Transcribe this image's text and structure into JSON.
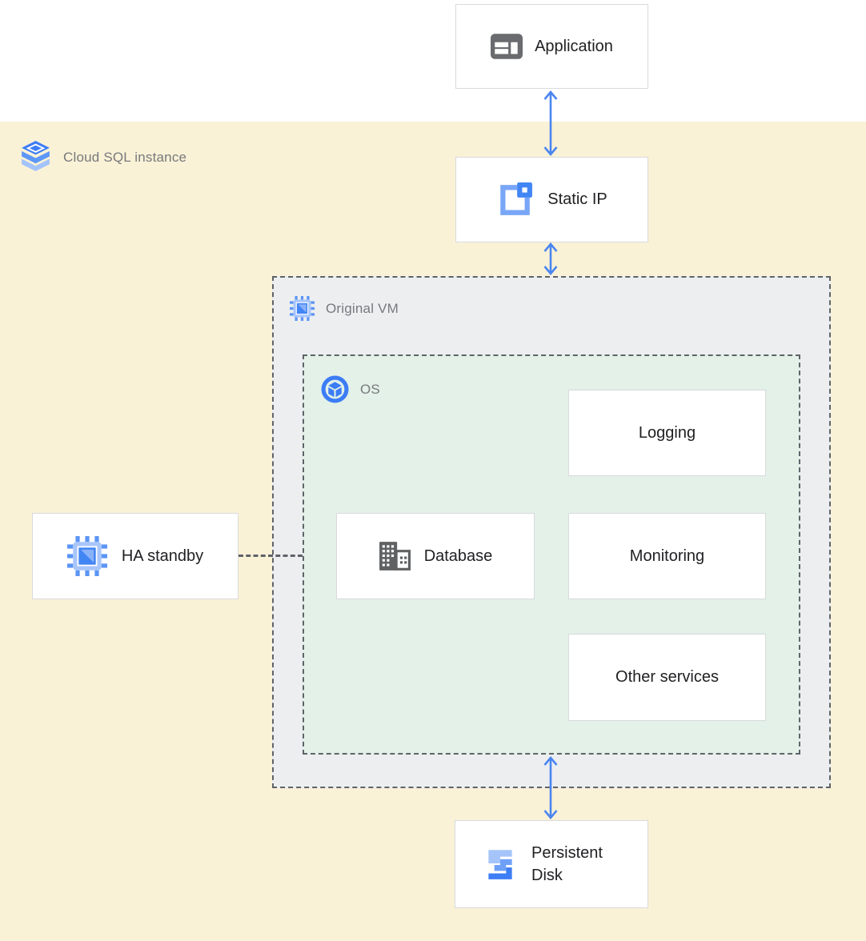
{
  "regions": {
    "cloud_sql": {
      "label": "Cloud SQL instance",
      "bg_color": "#FAF2D7",
      "icon": "cloud-sql-icon"
    },
    "original_vm": {
      "label": "Original VM",
      "bg_color": "#ECEEF0",
      "icon": "compute-vm-icon"
    },
    "os": {
      "label": "OS",
      "bg_color": "#E3F1E8",
      "icon": "os-image-icon"
    }
  },
  "nodes": {
    "application": {
      "label": "Application",
      "icon": "application-icon"
    },
    "static_ip": {
      "label": "Static IP",
      "icon": "static-ip-icon"
    },
    "logging": {
      "label": "Logging"
    },
    "database": {
      "label": "Database",
      "icon": "database-icon"
    },
    "monitoring": {
      "label": "Monitoring"
    },
    "other_services": {
      "label": "Other services"
    },
    "ha_standby": {
      "label": "HA standby",
      "icon": "compute-vm-icon"
    },
    "persistent_disk": {
      "label": "Persistent Disk",
      "icon": "persistent-disk-icon"
    }
  },
  "connections": [
    {
      "from": "application",
      "to": "static_ip",
      "style": "double-arrow",
      "color": "#4A85F0"
    },
    {
      "from": "static_ip",
      "to": "original_vm",
      "style": "double-arrow",
      "color": "#4A85F0"
    },
    {
      "from": "os",
      "to": "persistent_disk",
      "style": "double-arrow",
      "color": "#4A85F0"
    },
    {
      "from": "ha_standby",
      "to": "os",
      "style": "dashed-line",
      "color": "#5F6368"
    }
  ],
  "colors": {
    "arrow_blue": "#4A85F0",
    "dash_gray": "#5F6368",
    "node_border": "#D8DADD",
    "node_text": "#212124",
    "region_label_text": "#77797C",
    "icon_blue": "#4285F4",
    "icon_blue_light": "#A5C4FA",
    "icon_blue_mid": "#6FA0F8",
    "icon_gray": "#616161"
  }
}
